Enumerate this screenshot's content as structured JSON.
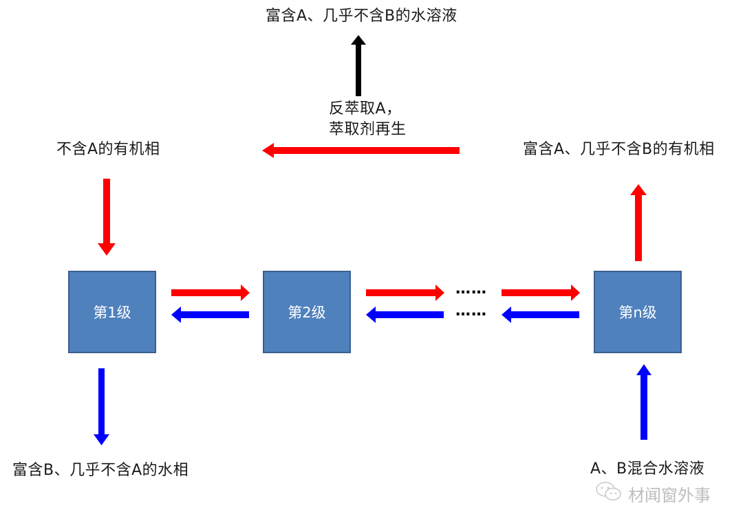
{
  "labels": {
    "top_aqueous_output": "富含A、几乎不含B的水溶液",
    "back_extraction_line1": "反萃取A，",
    "back_extraction_line2": "萃取剂再生",
    "organic_in": "不含A的有机相",
    "organic_out": "富含A、几乎不含B的有机相",
    "aqueous_out": "富含B、几乎不含A的水相",
    "feed_in": "A、B混合水溶液"
  },
  "stages": [
    {
      "label": "第1级"
    },
    {
      "label": "第2级"
    },
    {
      "label": "第n级"
    }
  ],
  "ellipsis": {
    "top": "……",
    "bottom": "……"
  },
  "watermark": {
    "icon": "wechat-icon",
    "text": "材闻窗外事"
  },
  "colors": {
    "organic_flow": "#ff0000",
    "aqueous_flow": "#0000ff",
    "regen_flow": "#000000",
    "stage_fill": "#4f81bd",
    "stage_border": "#3a5f8e"
  }
}
